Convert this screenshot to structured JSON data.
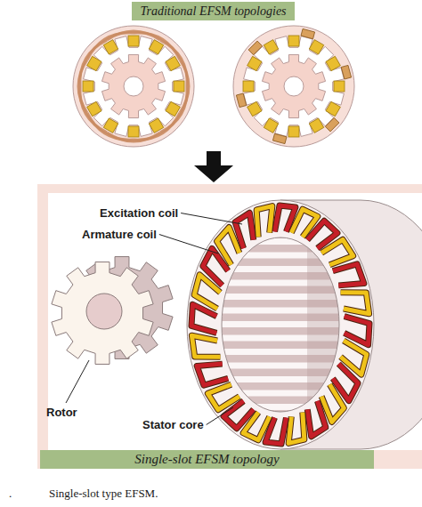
{
  "diagram": {
    "caption": "Single-slot type EFSM.",
    "nodes": [
      {
        "text": [
          "Traditional EFSM topologies"
        ]
      },
      {
        "text": [
          "Single-slot EFSM topology"
        ]
      }
    ],
    "labels": [
      "Excitation coil",
      "Armature coil",
      "Rotor",
      "Stator core",
      "."
    ]
  }
}
